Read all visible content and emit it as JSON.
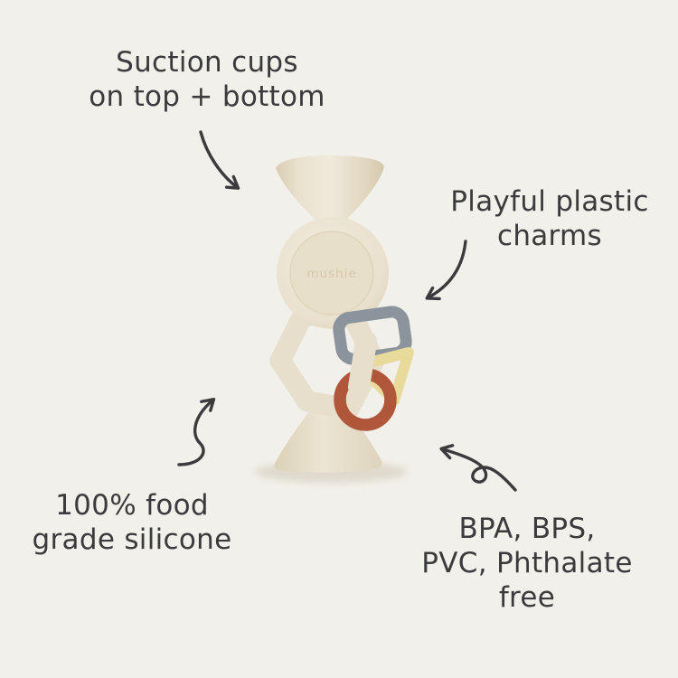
{
  "colors": {
    "background": "#f2f0ea",
    "ink": "#3b3b3d",
    "body": "#e7decb",
    "body_light": "#f0ead9",
    "body_dark": "#d9cdb4",
    "emboss": "#d5c7a8",
    "charm_square": "#8b949c",
    "charm_triangle": "#e8da9b",
    "charm_ring": "#b0563a",
    "shadow": "#cfc7b4"
  },
  "product": {
    "brand_embossed": "mushie"
  },
  "annotations": {
    "suction": {
      "lines": [
        "Suction cups",
        "on top + bottom"
      ]
    },
    "charms": {
      "lines": [
        "Playful plastic",
        "charms"
      ]
    },
    "silicone": {
      "lines": [
        "100% food",
        "grade silicone"
      ]
    },
    "bpa": {
      "lines": [
        "BPA, BPS,",
        "PVC, Phthalate",
        "free"
      ]
    }
  }
}
